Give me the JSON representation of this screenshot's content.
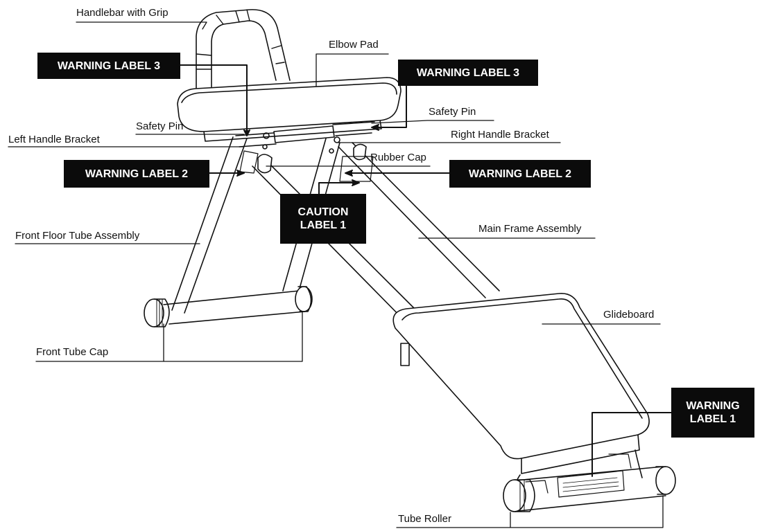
{
  "labels": {
    "handlebar": "Handlebar with Grip",
    "elbow_pad": "Elbow Pad",
    "safety_pin_left": "Safety Pin",
    "safety_pin_right": "Safety Pin",
    "left_handle_bracket": "Left Handle Bracket",
    "right_handle_bracket": "Right Handle Bracket",
    "rubber_cap": "Rubber Cap",
    "front_floor_tube": "Front Floor Tube Assembly",
    "main_frame": "Main Frame Assembly",
    "front_tube_cap": "Front Tube Cap",
    "glideboard": "Glideboard",
    "tube_roller": "Tube Roller"
  },
  "callouts": {
    "warning3_left": "WARNING LABEL 3",
    "warning3_right": "WARNING LABEL 3",
    "warning2_left": "WARNING LABEL 2",
    "warning2_right": "WARNING LABEL 2",
    "caution1": "CAUTION\nLABEL 1",
    "warning1": "WARNING\nLABEL 1"
  },
  "colors": {
    "line": "#111111",
    "callout_bg": "#0b0b0b",
    "callout_text": "#ffffff",
    "background": "#ffffff"
  }
}
